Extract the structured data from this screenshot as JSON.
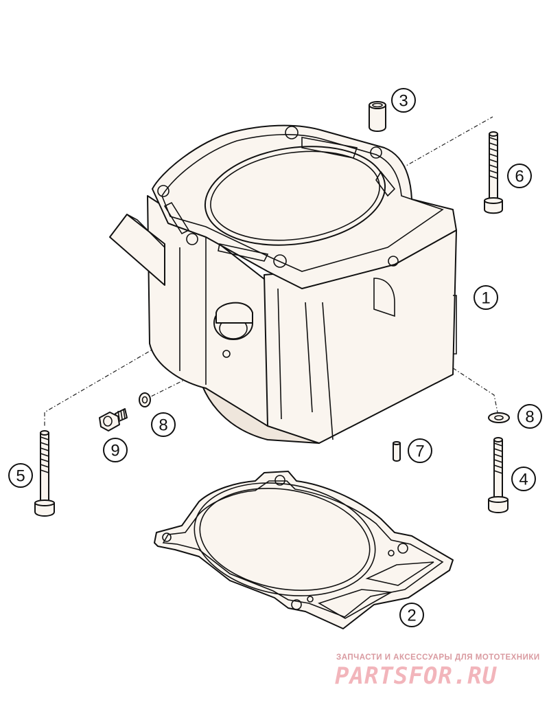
{
  "diagram": {
    "callouts": [
      {
        "id": "cylinder",
        "label": "1"
      },
      {
        "id": "base-gasket",
        "label": "2"
      },
      {
        "id": "dowel-sleeve",
        "label": "3"
      },
      {
        "id": "stud-right",
        "label": "4"
      },
      {
        "id": "stud-left",
        "label": "5"
      },
      {
        "id": "bolt-top",
        "label": "6"
      },
      {
        "id": "pin",
        "label": "7"
      },
      {
        "id": "washer-left",
        "label": "8"
      },
      {
        "id": "washer-right",
        "label": "8"
      },
      {
        "id": "plug-screw",
        "label": "9"
      }
    ]
  },
  "watermark": {
    "tagline": "ЗАПЧАСТИ И АКСЕССУАРЫ ДЛЯ МОТОТЕХНИКИ",
    "logo_text": "PARTSFOR.RU",
    "color": "#f2b5bb"
  }
}
